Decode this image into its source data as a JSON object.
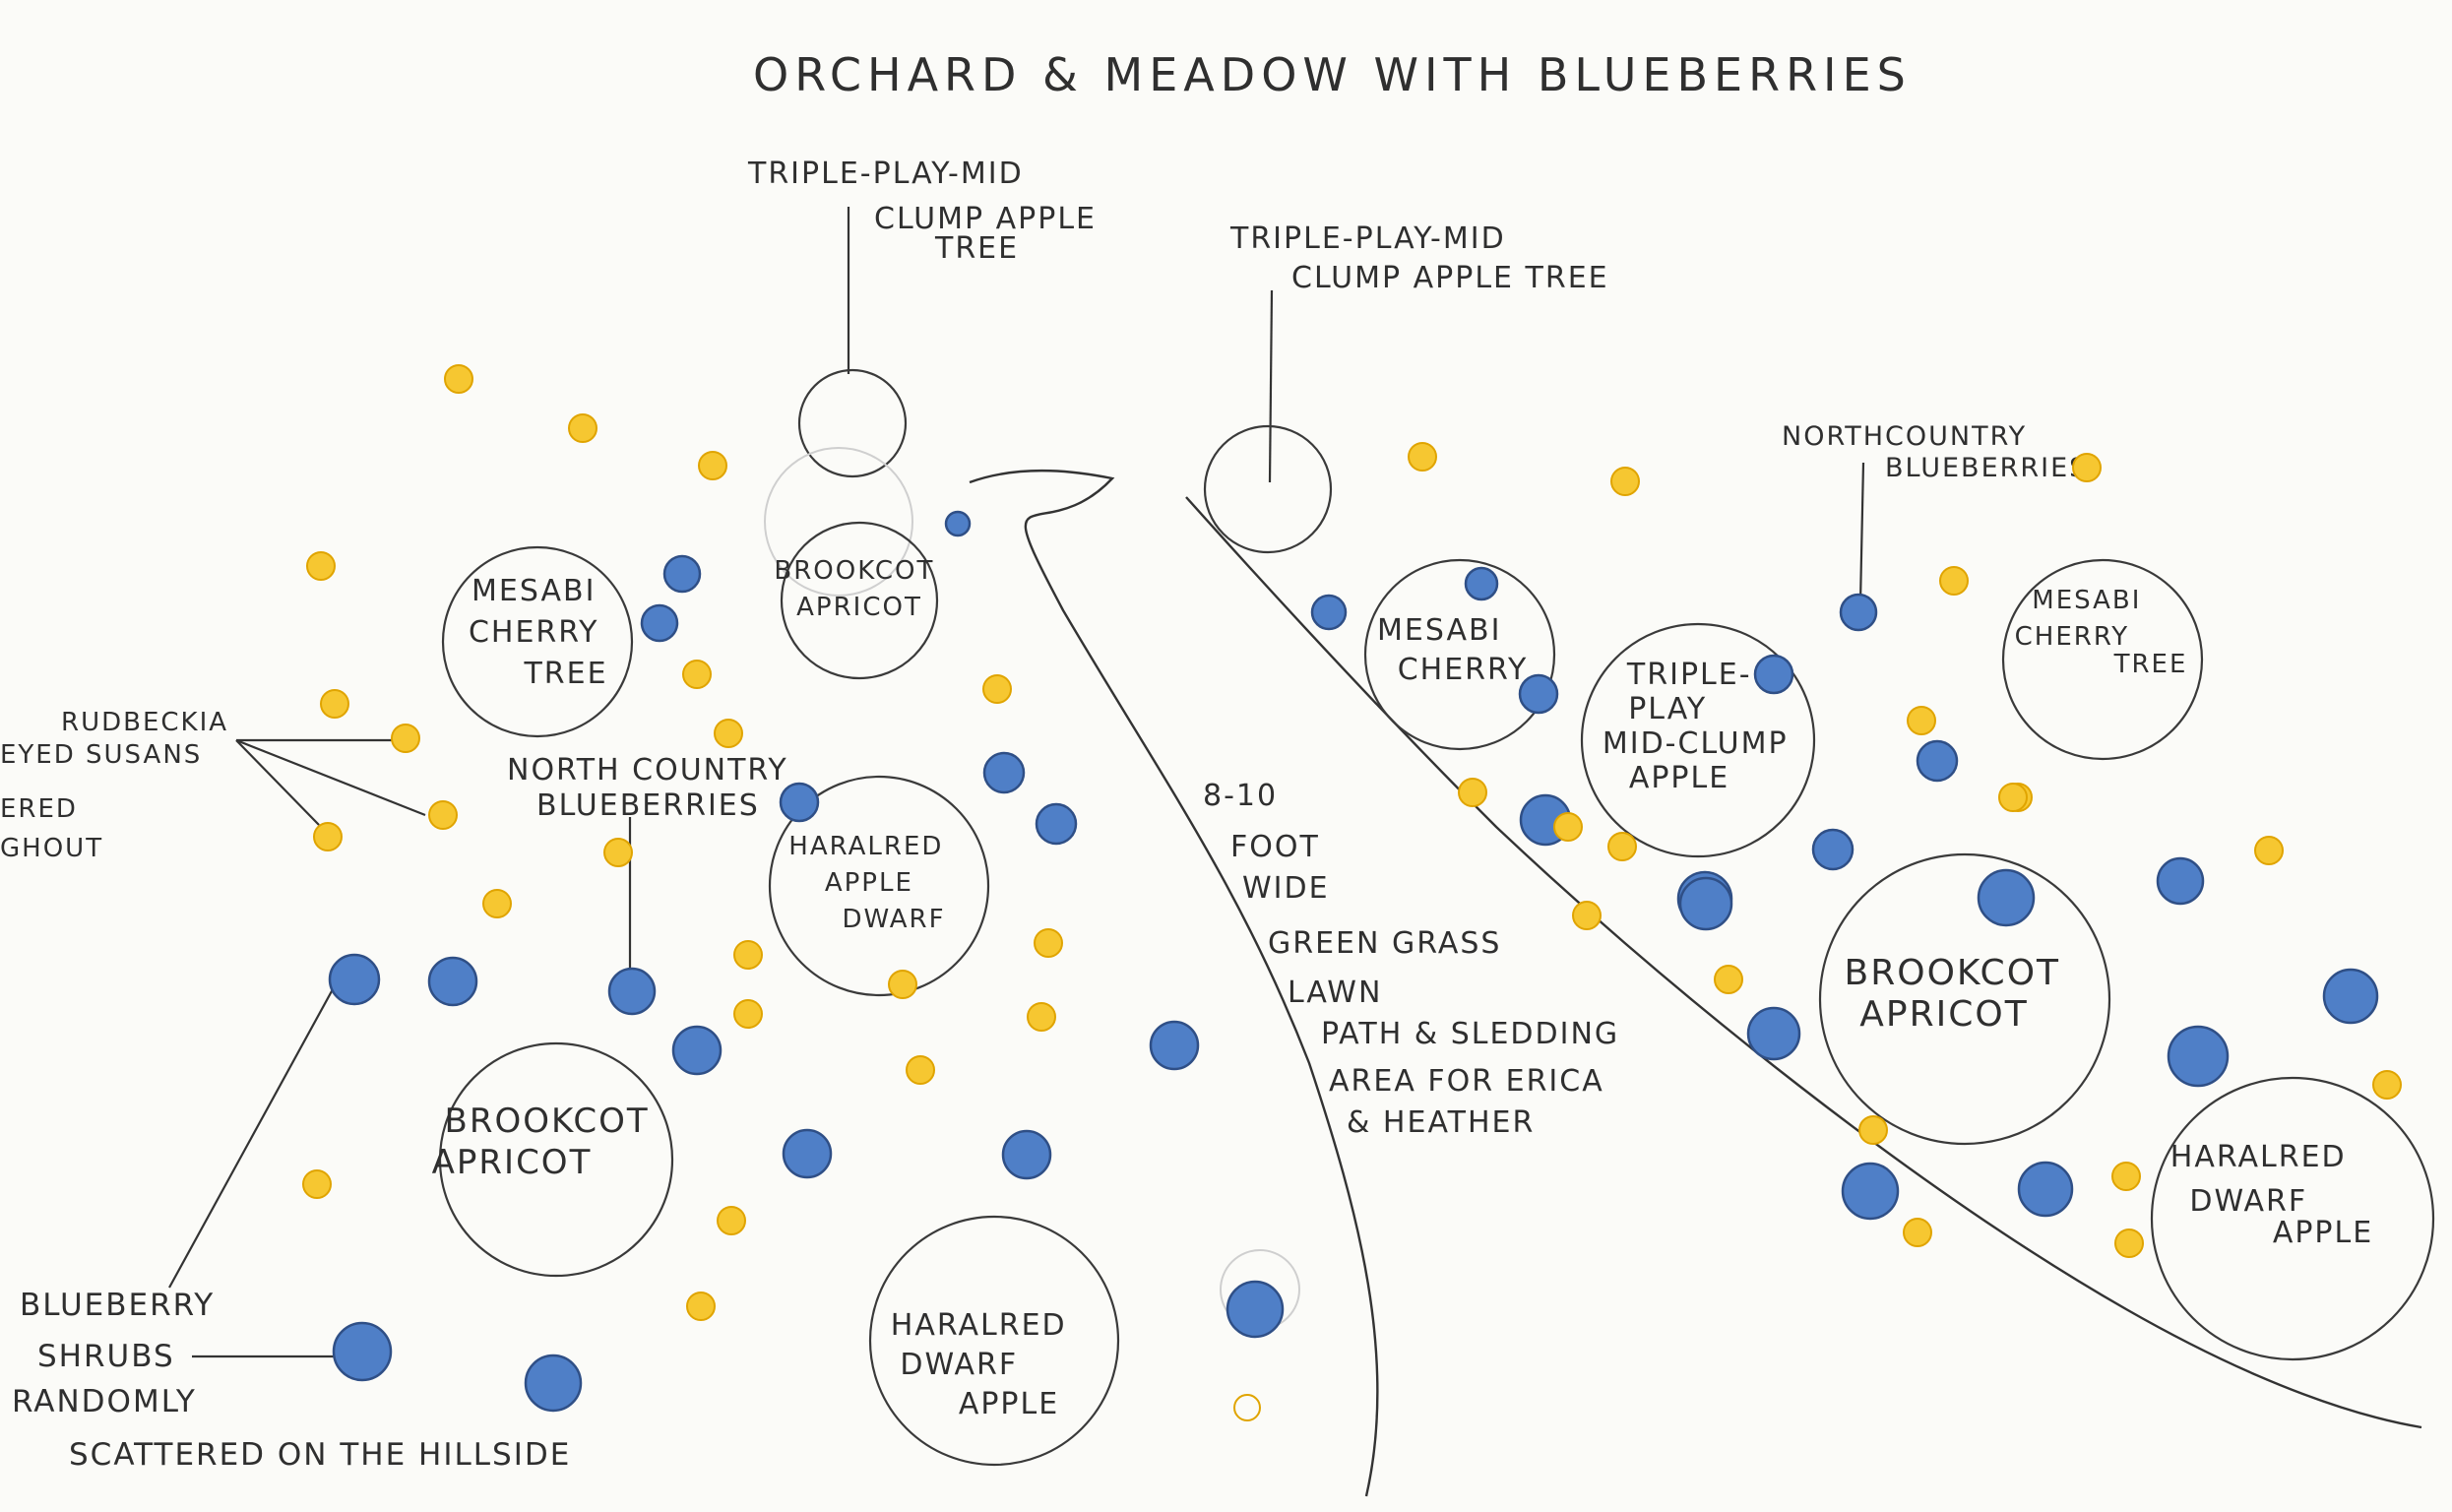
{
  "title": "ORCHARD & MEADOW WITH BLUEBERRIES",
  "colors": {
    "blueberry": "#4f7fc7",
    "rudbeckia": "#f6c731",
    "ink": "#2f2f2f",
    "paper": "#fbfbf8"
  },
  "labels": {
    "triple_play_1": [
      "TRIPLE-PLAY-MID",
      "CLUMP APPLE",
      "TREE"
    ],
    "triple_play_2": [
      "TRIPLE-PLAY-MID",
      "CLUMP APPLE TREE"
    ],
    "north_country_1": [
      "NORTH COUNTRY",
      "BLUEBERRIES"
    ],
    "north_country_2": [
      "NORTHCOUNTRY",
      "BLUEBERRIES"
    ],
    "rudbeckia": [
      "RUDBECKIA",
      "EYED SUSANS",
      "ERED",
      "GHOUT"
    ],
    "blueberry_shrubs": [
      "BLUEBERRY",
      "SHRUBS",
      "RANDOMLY",
      "SCATTERED ON THE HILLSIDE"
    ],
    "lawn_path": [
      "8-10",
      "FOOT",
      "WIDE",
      "GREEN GRASS",
      "LAWN",
      "PATH & SLEDDING",
      "AREA FOR ERICA",
      "& HEATHER"
    ]
  },
  "trees": [
    {
      "name": [
        "MESABI",
        "CHERRY",
        "TREE"
      ]
    },
    {
      "name": [
        "BROOKCOT",
        "APRICOT"
      ]
    },
    {
      "name": [
        "HARALRED",
        "APPLE",
        "DWARF"
      ]
    },
    {
      "name": [
        "BROOKCOT",
        "APRICOT"
      ]
    },
    {
      "name": [
        "HARALRED",
        "DWARF",
        "APPLE"
      ]
    },
    {
      "name": [
        "MESABI",
        "CHERRY"
      ]
    },
    {
      "name": [
        "TRIPLE-",
        "PLAY",
        "MID-CLUMP",
        "APPLE"
      ]
    },
    {
      "name": [
        "MESABI",
        "CHERRY",
        "TREE"
      ]
    },
    {
      "name": [
        "BROOKCOT",
        "APRICOT"
      ]
    },
    {
      "name": [
        "HARALRED",
        "DWARF",
        "APPLE"
      ]
    }
  ]
}
